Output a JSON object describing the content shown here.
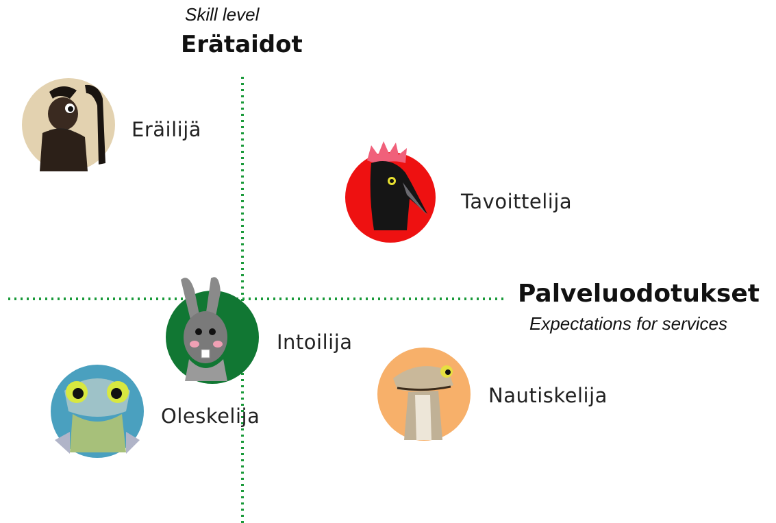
{
  "y_axis": {
    "caption": "Skill level",
    "title": "Erätaidot"
  },
  "x_axis": {
    "title": "Palveluodotukset",
    "caption": "Expectations for services"
  },
  "personas": [
    {
      "name": "Eräilijä",
      "animal": "ant-icon",
      "color": "#e3d2b0"
    },
    {
      "name": "Tavoittelija",
      "animal": "woodpecker-icon",
      "color": "#ee1111"
    },
    {
      "name": "Intoilija",
      "animal": "hare-icon",
      "color": "#117733"
    },
    {
      "name": "Oleskelija",
      "animal": "frog-icon",
      "color": "#4aa0bf"
    },
    {
      "name": "Nautiskelija",
      "animal": "lizard-icon",
      "color": "#f7b06a"
    }
  ],
  "axis_color": "#1a9a3a"
}
